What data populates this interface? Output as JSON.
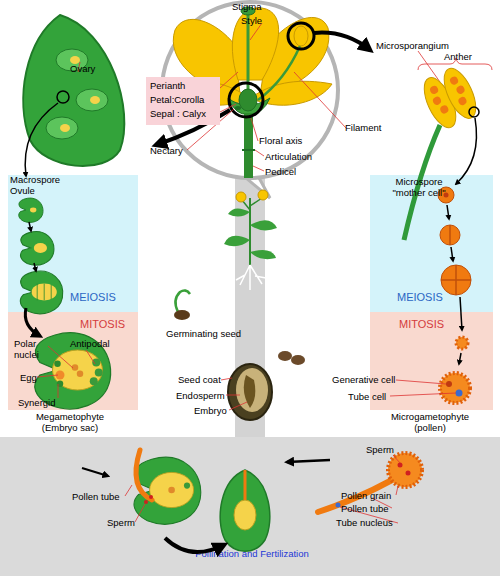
{
  "diagram": {
    "nodes": [
      {
        "text": [
          "Perianth",
          "Petal:Corolla",
          "Sepal : Calyx"
        ]
      },
      {
        "text": [
          "MEIOSIS"
        ]
      },
      {
        "text": [
          "MITOSIS"
        ]
      },
      {
        "text": [
          "MEIOSIS"
        ]
      },
      {
        "text": [
          "MITOSIS"
        ]
      },
      {
        "text": [
          "Pollination and Fertilization"
        ]
      }
    ],
    "labels": [
      "Stigma",
      "Style",
      "Microsporangium",
      "Anther",
      "Ovary",
      "Filament",
      "Floral axis",
      "Nectary",
      "Articulation",
      "Pedicel",
      "Macrospore Ovule",
      "Microspore \"mother cell\"",
      "Polar nuclei",
      "Antipodal",
      "Egg",
      "Synergid",
      "Megametophyte (Embryo sac)",
      "Germinating seed",
      "Seed coat",
      "Endosperm",
      "Embryo",
      "Generative cell",
      "Tube cell",
      "Microgametophyte (pollen)",
      "Sperm",
      "Pollen grain",
      "Pollen tube",
      "Tube nucleus",
      "Pollen tube",
      "Sperm"
    ]
  }
}
